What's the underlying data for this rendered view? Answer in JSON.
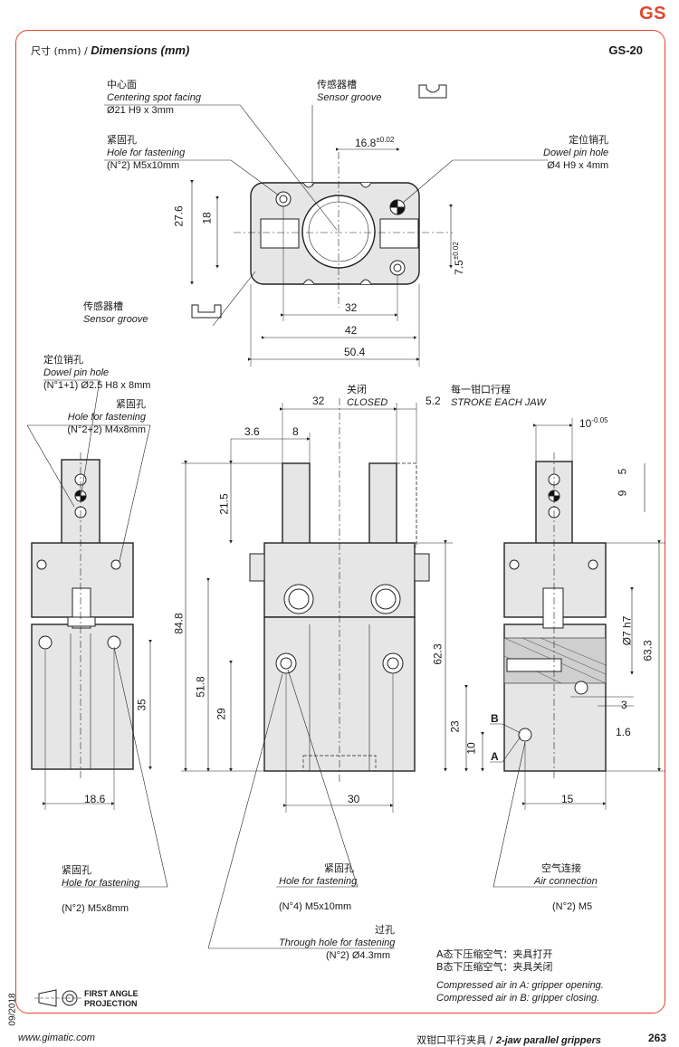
{
  "brand": "GS",
  "header": {
    "title_cn": "尺寸 (mm) / ",
    "title_en": "Dimensions (mm)",
    "model": "GS-20"
  },
  "top_view": {
    "centering_cn": "中心面",
    "centering_en": "Centering spot facing",
    "centering_spec": "Ø21 H9 x 3mm",
    "fastening_cn": "紧固孔",
    "fastening_en": "Hole for fastening",
    "fastening_spec": "(N°2)  M5x10mm",
    "sensor_cn": "传感器槽",
    "sensor_en": "Sensor groove",
    "sensor2_cn": "传感器槽",
    "sensor2_en": "Sensor groove",
    "dowel_cn": "定位销孔",
    "dowel_en": "Dowel pin hole",
    "dowel_spec": "Ø4 H9 x 4mm",
    "d_16_8": "16.8",
    "d_16_8_tol": "±0.02",
    "d_27_6": "27.6",
    "d_18": "18",
    "d_7_5": "7.5",
    "d_7_5_tol": "±0.02",
    "d_32": "32",
    "d_42": "42",
    "d_50_4": "50.4"
  },
  "left_view": {
    "dowel_cn": "定位销孔",
    "dowel_en": "Dowel pin hole",
    "dowel_spec": "(N°1+1)  Ø2.5 H8 x 8mm",
    "fastening_cn": "紧固孔",
    "fastening_en": "Hole for fastening",
    "fastening_spec": "(N°2+2)  M4x8mm",
    "d_35": "35",
    "d_18_6": "18.6",
    "bottom_cn": "紧固孔",
    "bottom_en": "Hole for fastening",
    "bottom_spec": "(N°2)  M5x8mm"
  },
  "front_view": {
    "closed_cn": "关闭",
    "closed_en": "CLOSED",
    "stroke_cn": "每一钳口行程",
    "stroke_en": "STROKE EACH JAW",
    "d_32": "32",
    "d_5_2": "5.2",
    "d_3_6": "3.6",
    "d_8": "8",
    "d_21_5": "21.5",
    "d_84_8": "84.8",
    "d_51_8": "51.8",
    "d_29": "29",
    "d_62_3": "62.3",
    "d_30": "30",
    "fastening_cn": "紧固孔",
    "fastening_en": "Hole for fastening",
    "fastening_spec": "(N°4)  M5x10mm",
    "through_cn": "过孔",
    "through_en": "Through hole for fastening",
    "through_spec": "(N°2)  Ø4.3mm"
  },
  "side_view": {
    "d_10": "10",
    "d_10_tol": "-0.05",
    "d_5": "5",
    "d_9": "9",
    "d_7": "Ø7 h7",
    "d_63_3": "63.3",
    "d_3": "3",
    "d_1_6": "1.6",
    "d_23": "23",
    "d_10b": "10",
    "d_15": "15",
    "port_a": "A",
    "port_b": "B",
    "air_cn": "空气连接",
    "air_en": "Air connection",
    "air_spec": "(N°2)  M5"
  },
  "notes": {
    "a_cn": "A态下压缩空气：夹具打开",
    "b_cn": "B态下压缩空气：夹具关闭",
    "a_en": "Compressed air in A: gripper opening.",
    "b_en": "Compressed air in B: gripper closing."
  },
  "projection": "FIRST ANGLE PROJECTION",
  "footer": {
    "date": "09/2018",
    "url": "www.gimatic.com",
    "cn": "双钳口平行夹具 / ",
    "en": "2-jaw parallel grippers",
    "page": "263"
  }
}
